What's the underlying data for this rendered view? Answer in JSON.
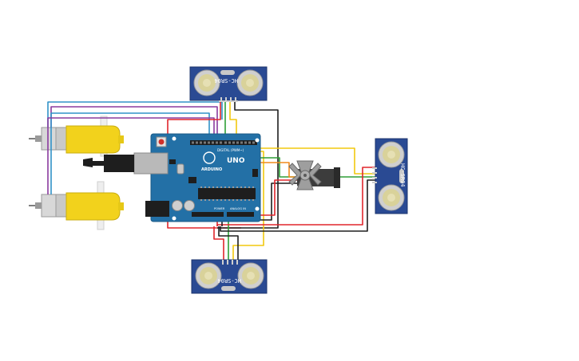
{
  "colors": {
    "background": "#ffffff",
    "board": "#2370a6",
    "board_edge": "#1b5a86",
    "sensor": "#2a4a93",
    "motor_yellow": "#f2d21c",
    "servo": "#3c3c3c",
    "wire_red": "#e0262c",
    "wire_black": "#1e1e1e",
    "wire_yellow": "#f2c80f",
    "wire_green": "#2e9e36",
    "wire_blue": "#3192c8",
    "wire_purple": "#8a3a9e",
    "wire_orange": "#f08a1c"
  },
  "components": {
    "sensor_top_label": "HC-SR04",
    "sensor_bottom_label": "HC-SR04",
    "sensor_right_label": "HC-SR04",
    "arduino_label": "ARDUINO",
    "arduino_uno": "UNO",
    "arduino_power": "POWER",
    "arduino_analog": "ANALOG IN",
    "arduino_digital": "DIGITAL (PWM~)"
  },
  "icons": {
    "motor_left_top": "dc-gear-motor-icon",
    "motor_left_bottom": "dc-gear-motor-icon",
    "servo": "servo-motor-icon",
    "usb": "usb-connector-icon"
  }
}
